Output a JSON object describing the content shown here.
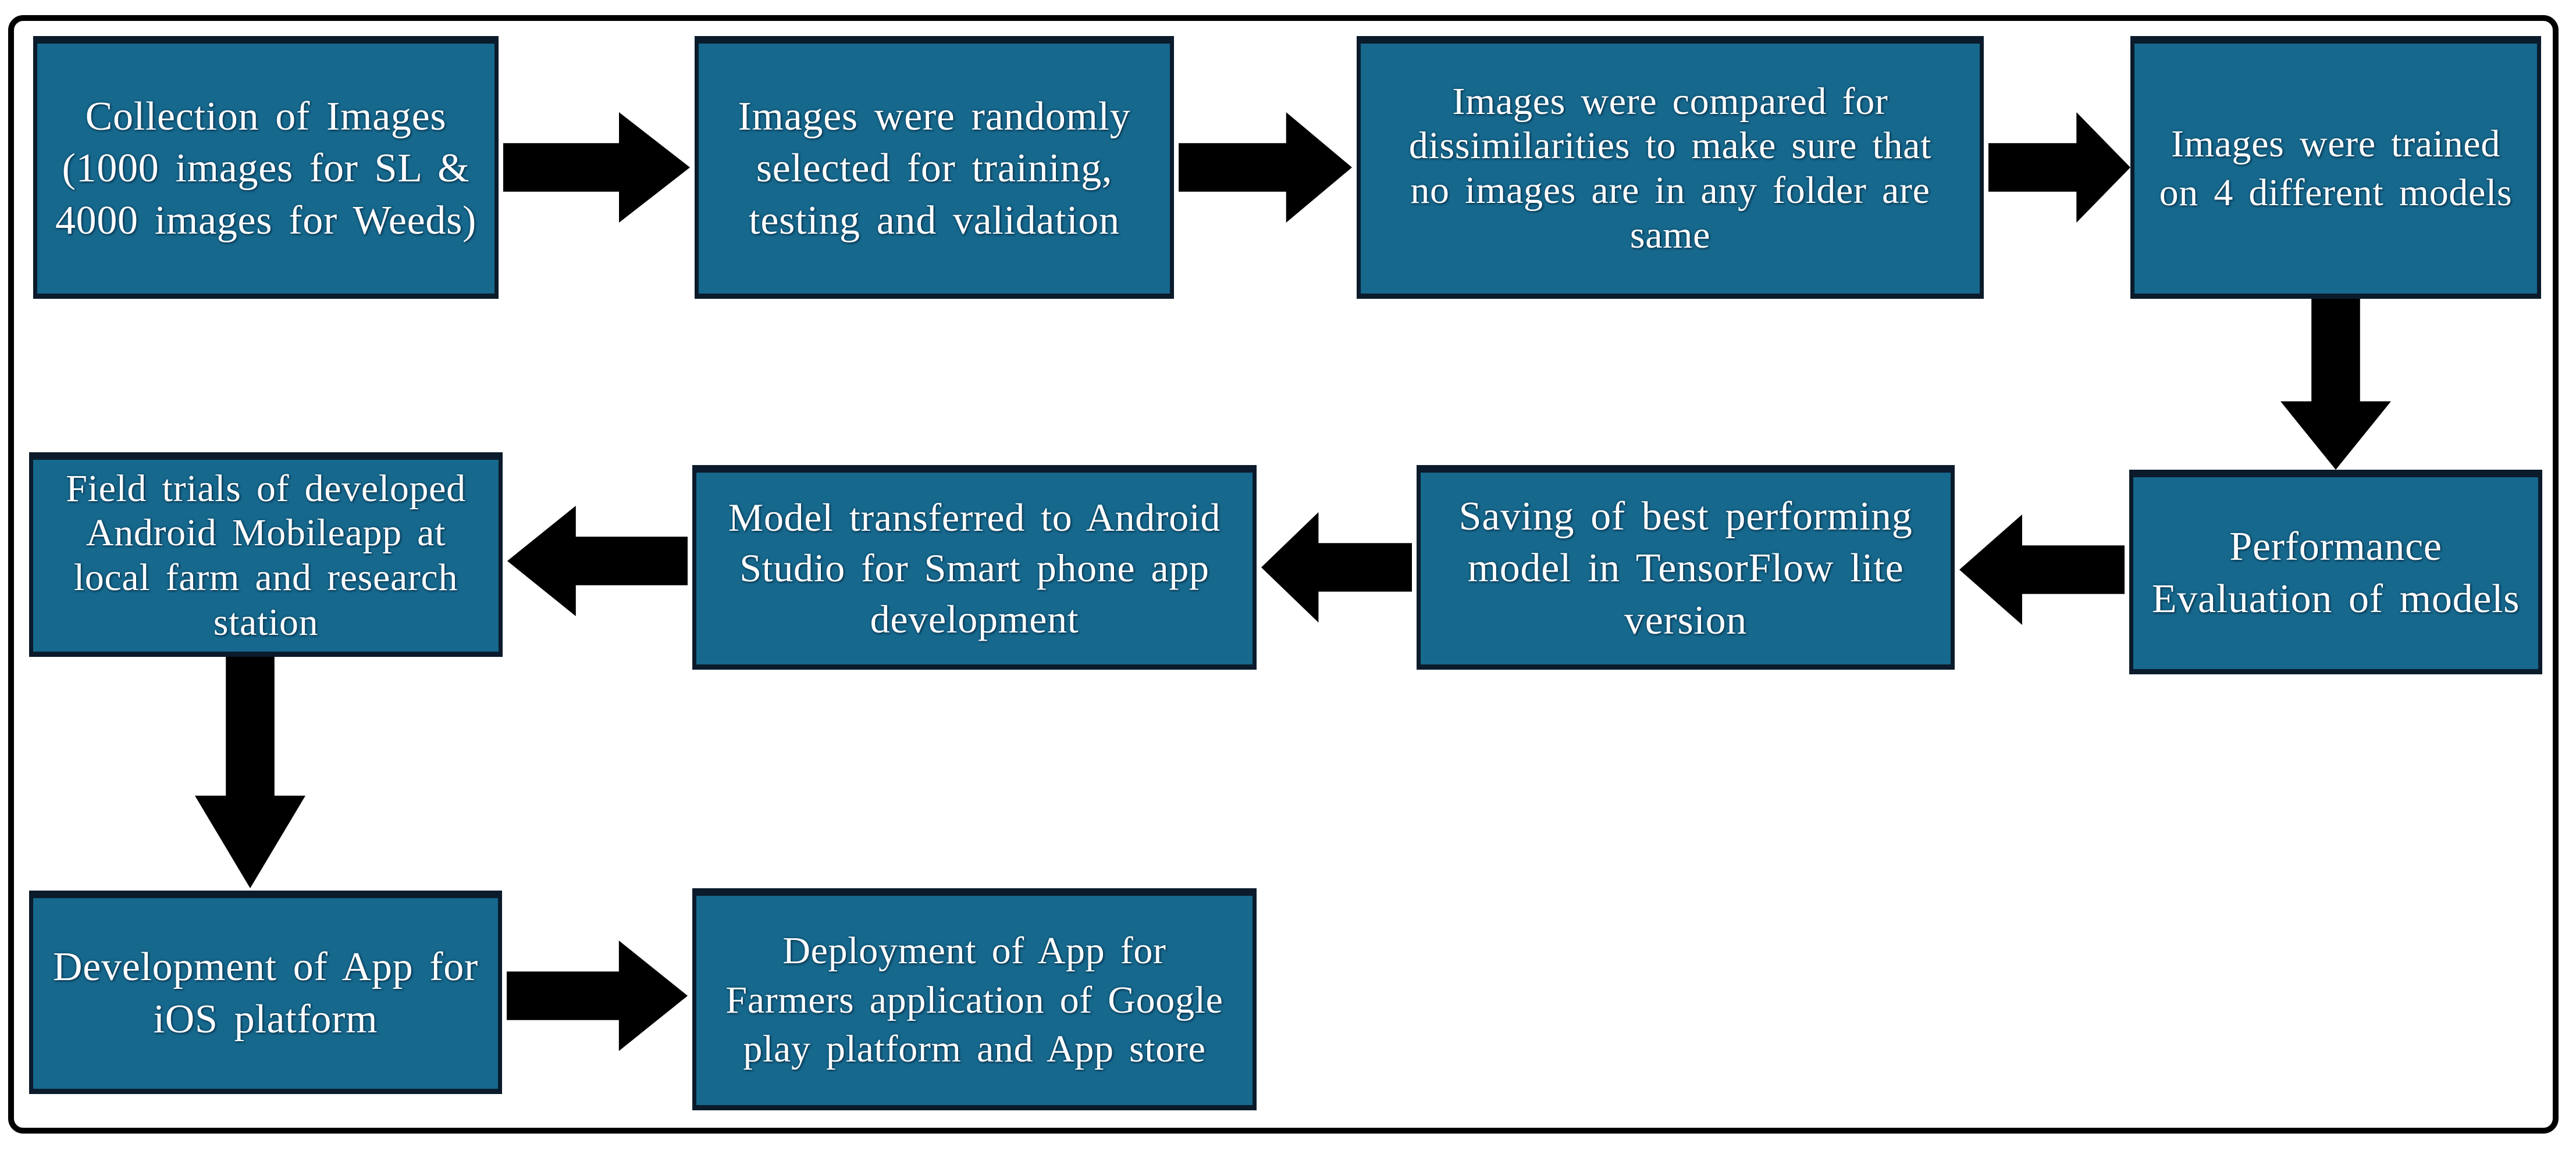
{
  "figure": {
    "type": "flowchart",
    "colors": {
      "background": "#ffffff",
      "frame_border": "#000000",
      "box_fill": "#16688d",
      "box_border": "#0b1b2b",
      "text": "#ffffff",
      "arrow": "#000000"
    }
  },
  "boxes": [
    {
      "name": "collection-of-images",
      "lines": [
        "Collection of Images",
        "(1000 images for SL &",
        "4000 images for Weeds)"
      ]
    },
    {
      "name": "random-selection",
      "lines": [
        "Images were randomly",
        "selected for training,",
        "testing and validation"
      ]
    },
    {
      "name": "dissimilarity-check",
      "lines": [
        "Images were compared for",
        "dissimilarities to make sure that",
        "no images are in any folder are",
        "same"
      ]
    },
    {
      "name": "model-training",
      "lines": [
        "Images were trained",
        "on 4 different models"
      ]
    },
    {
      "name": "performance-evaluation",
      "lines": [
        "Performance",
        "Evaluation of models"
      ]
    },
    {
      "name": "save-tflite",
      "lines": [
        "Saving of best performing",
        "model in TensorFlow lite",
        "version"
      ]
    },
    {
      "name": "android-studio-transfer",
      "lines": [
        "Model transferred to Android",
        "Studio for Smart phone app",
        "development"
      ]
    },
    {
      "name": "field-trials",
      "lines": [
        "Field trials of developed",
        "Android Mobileapp at",
        "local farm and research",
        "station"
      ]
    },
    {
      "name": "ios-development",
      "lines": [
        "Development of App for",
        "iOS platform"
      ]
    },
    {
      "name": "deployment",
      "lines": [
        "Deployment of App for",
        "Farmers application of Google",
        "play platform and App store"
      ]
    }
  ],
  "arrows": [
    {
      "direction": "right",
      "from": "collection-of-images",
      "to": "random-selection"
    },
    {
      "direction": "right",
      "from": "random-selection",
      "to": "dissimilarity-check"
    },
    {
      "direction": "right",
      "from": "dissimilarity-check",
      "to": "model-training"
    },
    {
      "direction": "down",
      "from": "model-training",
      "to": "performance-evaluation"
    },
    {
      "direction": "left",
      "from": "performance-evaluation",
      "to": "save-tflite"
    },
    {
      "direction": "left",
      "from": "save-tflite",
      "to": "android-studio-transfer"
    },
    {
      "direction": "left",
      "from": "android-studio-transfer",
      "to": "field-trials"
    },
    {
      "direction": "down",
      "from": "field-trials",
      "to": "ios-development"
    },
    {
      "direction": "right",
      "from": "ios-development",
      "to": "deployment"
    }
  ]
}
